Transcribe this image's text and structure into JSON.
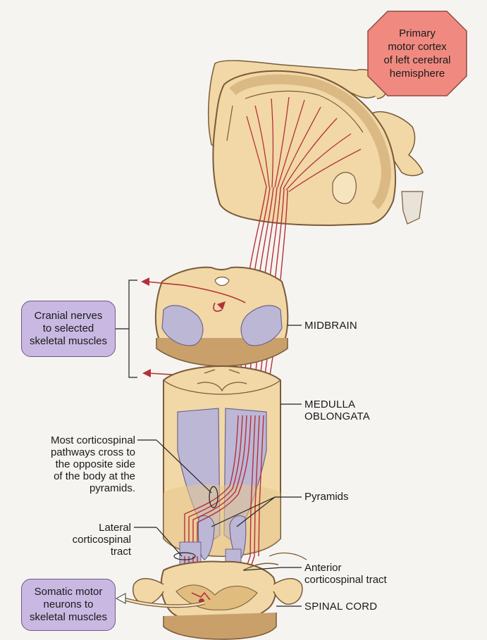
{
  "labels": {
    "cortex": [
      "Primary",
      "motor cortex",
      "of left cerebral",
      "hemisphere"
    ],
    "cranial": [
      "Cranial nerves",
      "to selected",
      "skeletal muscles"
    ],
    "midbrain": "MIDBRAIN",
    "medulla": [
      "MEDULLA",
      "OBLONGATA"
    ],
    "crossing": [
      "Most corticospinal",
      "pathways cross to",
      "the opposite side",
      "of the body at the",
      "pyramids."
    ],
    "pyramids": "Pyramids",
    "lateral": [
      "Lateral",
      "corticospinal",
      "tract"
    ],
    "anterior": [
      "Anterior",
      "corticospinal tract"
    ],
    "somatic": [
      "Somatic motor",
      "neurons to",
      "skeletal muscles"
    ],
    "spinal": "SPINAL CORD"
  },
  "colors": {
    "pathway": "#b5303a",
    "tissue": "#f1d8a6",
    "tissue_dark": "#c9a06a",
    "outline": "#7a5a38",
    "white_matter": "#bdb7d6",
    "cortex_box": "#f08a80",
    "nerve_box": "#c9b8e2",
    "callout_line": "#222222"
  }
}
